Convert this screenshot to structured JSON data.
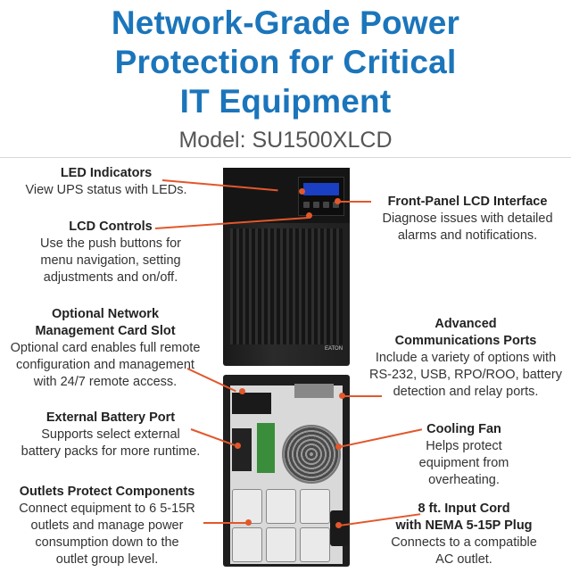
{
  "header": {
    "title_line1": "Network-Grade Power",
    "title_line2": "Protection for Critical",
    "title_line3": "IT Equipment",
    "model": "Model: SU1500XLCD"
  },
  "callouts": {
    "led_indicators": {
      "heading": "LED Indicators",
      "desc": "View UPS status with LEDs."
    },
    "lcd_controls": {
      "heading": "LCD Controls",
      "desc": "Use the push buttons for\nmenu navigation, setting\nadjustments and on/off."
    },
    "network_card_slot": {
      "heading": "Optional Network\nManagement Card Slot",
      "desc": "Optional card enables full remote\nconfiguration and management\nwith 24/7 remote access."
    },
    "battery_port": {
      "heading": "External Battery Port",
      "desc": "Supports select external\nbattery packs for more runtime."
    },
    "outlets": {
      "heading": "Outlets Protect Components",
      "desc": "Connect equipment to 6 5-15R\noutlets and manage power\nconsumption down to the\noutlet group level."
    },
    "lcd_interface": {
      "heading": "Front-Panel LCD Interface",
      "desc": "Diagnose issues with detailed\nalarms and notifications."
    },
    "comm_ports": {
      "heading": "Advanced\nCommunications Ports",
      "desc": "Include a variety of options with\nRS-232, USB, RPO/ROO, battery\ndetection and relay ports."
    },
    "cooling_fan": {
      "heading": "Cooling Fan",
      "desc": "Helps protect\nequipment from\noverheating."
    },
    "input_cord": {
      "heading": "8 ft. Input Cord\nwith NEMA 5-15P Plug",
      "desc": "Connects to a compatible\nAC outlet."
    }
  },
  "device": {
    "brand": "EATON"
  },
  "colors": {
    "title": "#1b75bb",
    "leader": "#e2572b"
  }
}
